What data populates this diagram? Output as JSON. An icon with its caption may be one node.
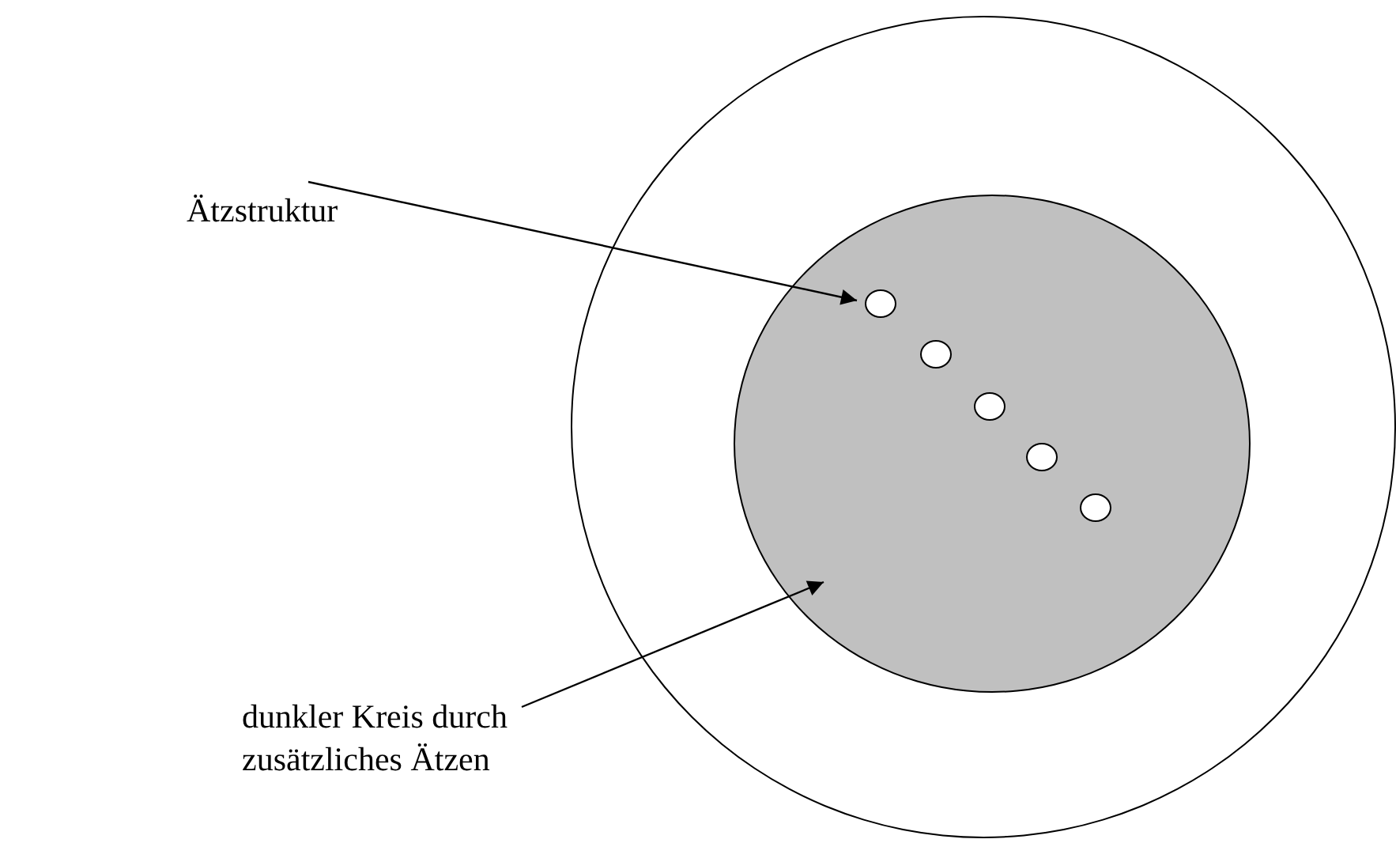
{
  "diagram": {
    "nodes": [
      {
        "text": [
          "Ätzstruktur"
        ]
      },
      {
        "text": [
          "dunkler Kreis durch zusätzliches Ätzen"
        ]
      },
      {
        "text": [],
        "shape": "circle"
      },
      {
        "text": [],
        "shape": "circle",
        "in": 2
      },
      {
        "text": [],
        "shape": "circle",
        "in": 3
      },
      {
        "text": [],
        "shape": "circle",
        "in": 3
      },
      {
        "text": [],
        "shape": "circle",
        "in": 3
      },
      {
        "text": [],
        "shape": "circle",
        "in": 3
      },
      {
        "text": [],
        "shape": "circle",
        "in": 3
      }
    ],
    "edges": [
      {
        "from": 0,
        "to": 4,
        "arrow": "to"
      },
      {
        "from": 1,
        "to": 3,
        "arrow": "to"
      }
    ]
  }
}
